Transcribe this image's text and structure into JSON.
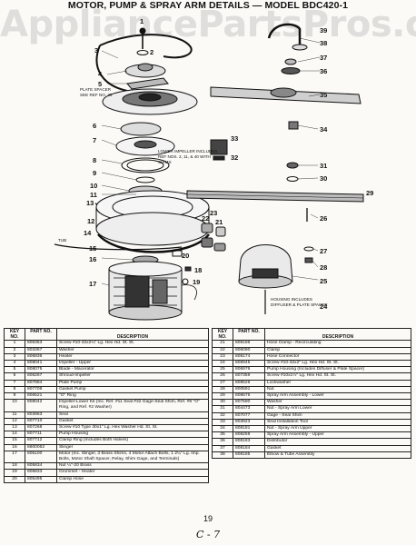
{
  "watermark": "AppliancePartsPros.com",
  "title": "MOTOR, PUMP & SPRAY ARM DETAILS — MODEL BDC420-1",
  "diagram": {
    "labels": [
      "1",
      "2",
      "3",
      "4",
      "5",
      "6",
      "7",
      "8",
      "9",
      "10",
      "11",
      "12",
      "13",
      "14",
      "15",
      "16",
      "17",
      "18",
      "19",
      "20",
      "21",
      "22",
      "23",
      "24",
      "25",
      "26",
      "27",
      "28",
      "29",
      "30",
      "31",
      "32",
      "33",
      "34",
      "35",
      "36",
      "37",
      "38",
      "39"
    ],
    "notes": {
      "plate_spacer": [
        "PLATE SPACER",
        "SEE REF NO. 26"
      ],
      "lower_impeller": [
        "LOWER IMPELLER INCLUDES",
        "REF NOS. 2, 11, & 40 WITH",
        "SHIMS"
      ],
      "tub": "TUB",
      "housing": [
        "HOUSING INCLUDES",
        "DIFFUSER & PLATE SPACER"
      ]
    }
  },
  "table_headers": {
    "key": "KEY NO.",
    "part": "PART NO.",
    "description": "DESCRIPTION"
  },
  "left_rows": [
    {
      "key": "1",
      "part": "806353",
      "desc": "Screw #10-32x2¼\" Lg. Hex Hd. St. St."
    },
    {
      "key": "2",
      "part": "803367",
      "desc": "Washer"
    },
    {
      "key": "3",
      "part": "806836",
      "desc": "Heater"
    },
    {
      "key": "4",
      "part": "808041",
      "desc": "Impeller - Upper"
    },
    {
      "key": "5",
      "part": "808075",
      "desc": "Blade - Macerator"
    },
    {
      "key": "6",
      "part": "806267",
      "desc": "Shroud-Impeller"
    },
    {
      "key": "7",
      "part": "807884",
      "desc": "Plate Pump"
    },
    {
      "key": "8",
      "part": "807709",
      "desc": "Gasket Pump"
    },
    {
      "key": "9",
      "part": "806521",
      "desc": "\"O\" Ring"
    },
    {
      "key": "10",
      "part": "808042",
      "desc": "Impeller-Lower Kit (Inc. Ref. #11 Seal #32 Gage-Seal Shim, Ref. #9 \"O\" Ring, and Ref. #2 Washer)"
    },
    {
      "key": "11",
      "part": "803963",
      "desc": "Seal"
    },
    {
      "key": "12",
      "part": "807710",
      "desc": "Gasket"
    },
    {
      "key": "13",
      "part": "807268",
      "desc": "Screw #10 Type 30x1\" Lg. Hex Washer Hd. St. St."
    },
    {
      "key": "14",
      "part": "807711",
      "desc": "Pump Housing"
    },
    {
      "key": "15",
      "part": "807712",
      "desc": "Clamp Ring (Includes Both Halves)"
    },
    {
      "key": "16",
      "part": "8800062",
      "desc": "Slinger"
    },
    {
      "key": "17",
      "part": "805100",
      "desc": "Motor (Inc. Slinger, 3 Brass Shims, 4 Motor Attach Bolts, 1 2¼\" Lg. Imp. Bolts, Motor Shaft Spacer, Relay, Shim Gage, and Terminals)"
    },
    {
      "key": "18",
      "part": "805834",
      "desc": "Nut ¼\"-20 Brass"
    },
    {
      "key": "19",
      "part": "806833",
      "desc": "Grommet - Heater"
    },
    {
      "key": "20",
      "part": "805495",
      "desc": "Clamp Hose"
    }
  ],
  "right_rows": [
    {
      "key": "21",
      "part": "808186",
      "desc": "Hose Clamp - Recirculating"
    },
    {
      "key": "22",
      "part": "806090",
      "desc": "Clamp"
    },
    {
      "key": "23",
      "part": "808174",
      "desc": "Hose Connector"
    },
    {
      "key": "24",
      "part": "806945",
      "desc": "Screw #10-32x2\" Lg. Hex Hd. St. St."
    },
    {
      "key": "25",
      "part": "806976",
      "desc": "Pump Housing (Includes Diffuser & Plate Spacer)"
    },
    {
      "key": "26",
      "part": "807359",
      "desc": "Screw #10x1½\" Lg. Hex Hd. St. St."
    },
    {
      "key": "27",
      "part": "808526",
      "desc": "Lockwasher"
    },
    {
      "key": "28",
      "part": "800591",
      "desc": "Nut"
    },
    {
      "key": "29",
      "part": "808576",
      "desc": "Spray Arm Assembly - Lower"
    },
    {
      "key": "30",
      "part": "807590",
      "desc": "Washer"
    },
    {
      "key": "31",
      "part": "804473",
      "desc": "Nut - Spray Arm Lower"
    },
    {
      "key": "32",
      "part": "807077",
      "desc": "Gage - Seal Shim"
    },
    {
      "key": "33",
      "part": "803923",
      "desc": "Seal Installation Tool"
    },
    {
      "key": "34",
      "part": "808181",
      "desc": "Nut - Spray Arm Upper"
    },
    {
      "key": "35",
      "part": "808259",
      "desc": "Spray Arm Assembly - Upper"
    },
    {
      "key": "36",
      "part": "808183",
      "desc": "Distributor"
    },
    {
      "key": "37",
      "part": "808184",
      "desc": "Gasket"
    },
    {
      "key": "38",
      "part": "808185",
      "desc": "Elbow & Tube Assembly"
    }
  ],
  "page_number": "19",
  "page_code": "C - 7"
}
